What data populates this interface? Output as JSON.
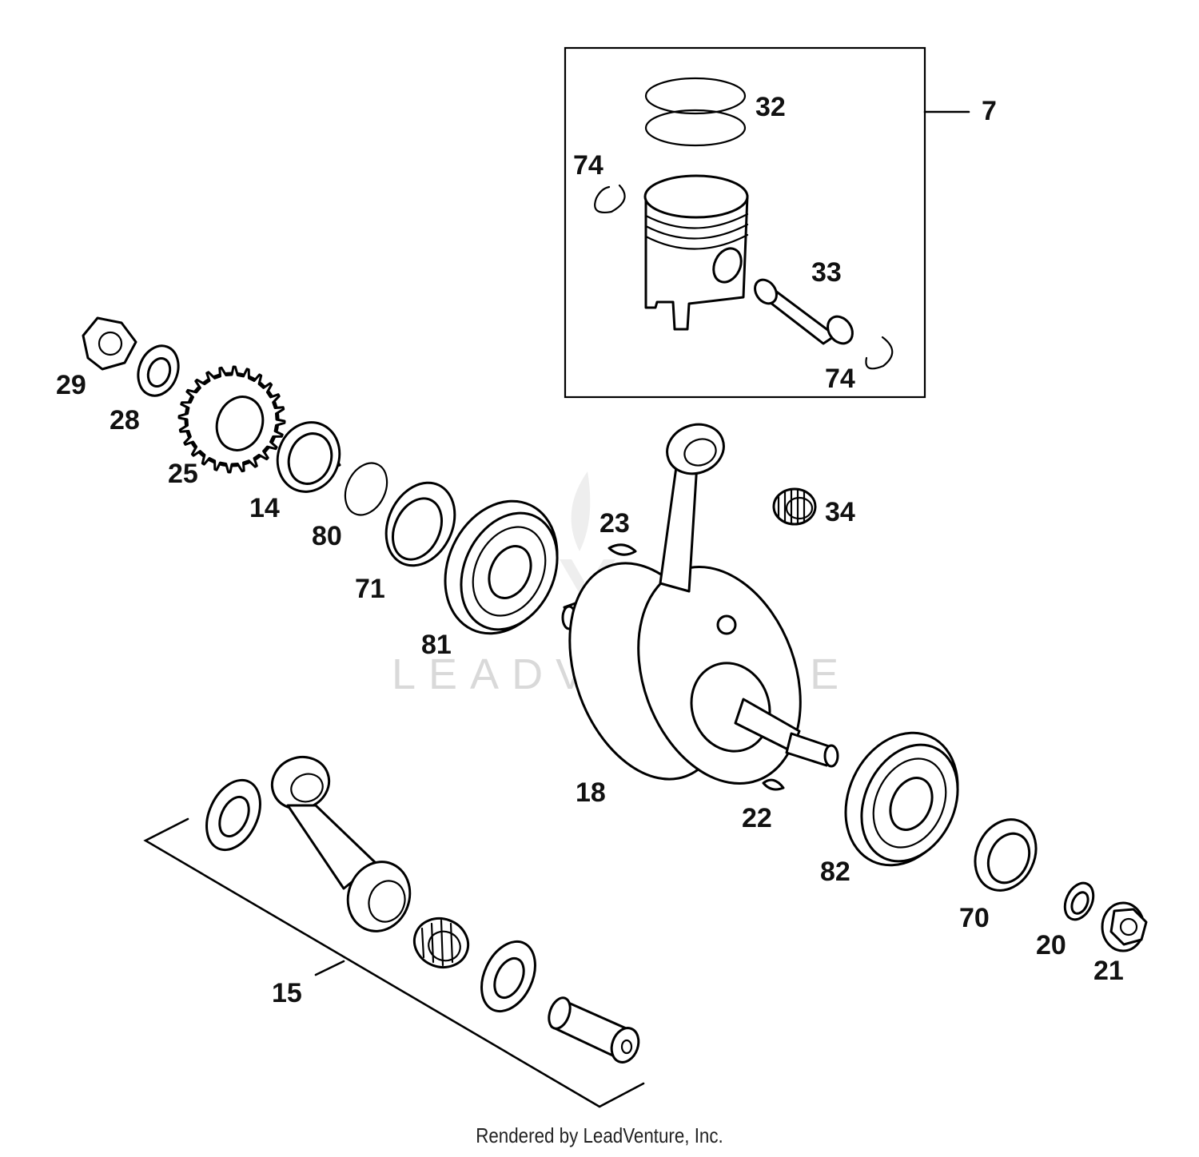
{
  "callouts": {
    "c7": "7",
    "c32": "32",
    "c74a": "74",
    "c74b": "74",
    "c33": "33",
    "c29": "29",
    "c28": "28",
    "c25": "25",
    "c14": "14",
    "c80": "80",
    "c71": "71",
    "c81": "81",
    "c23": "23",
    "c34": "34",
    "c18": "18",
    "c22": "22",
    "c82": "82",
    "c70": "70",
    "c20": "20",
    "c21": "21",
    "c15": "15"
  },
  "watermark": "LEADVENTURE",
  "footer": "Rendered by LeadVenture, Inc."
}
